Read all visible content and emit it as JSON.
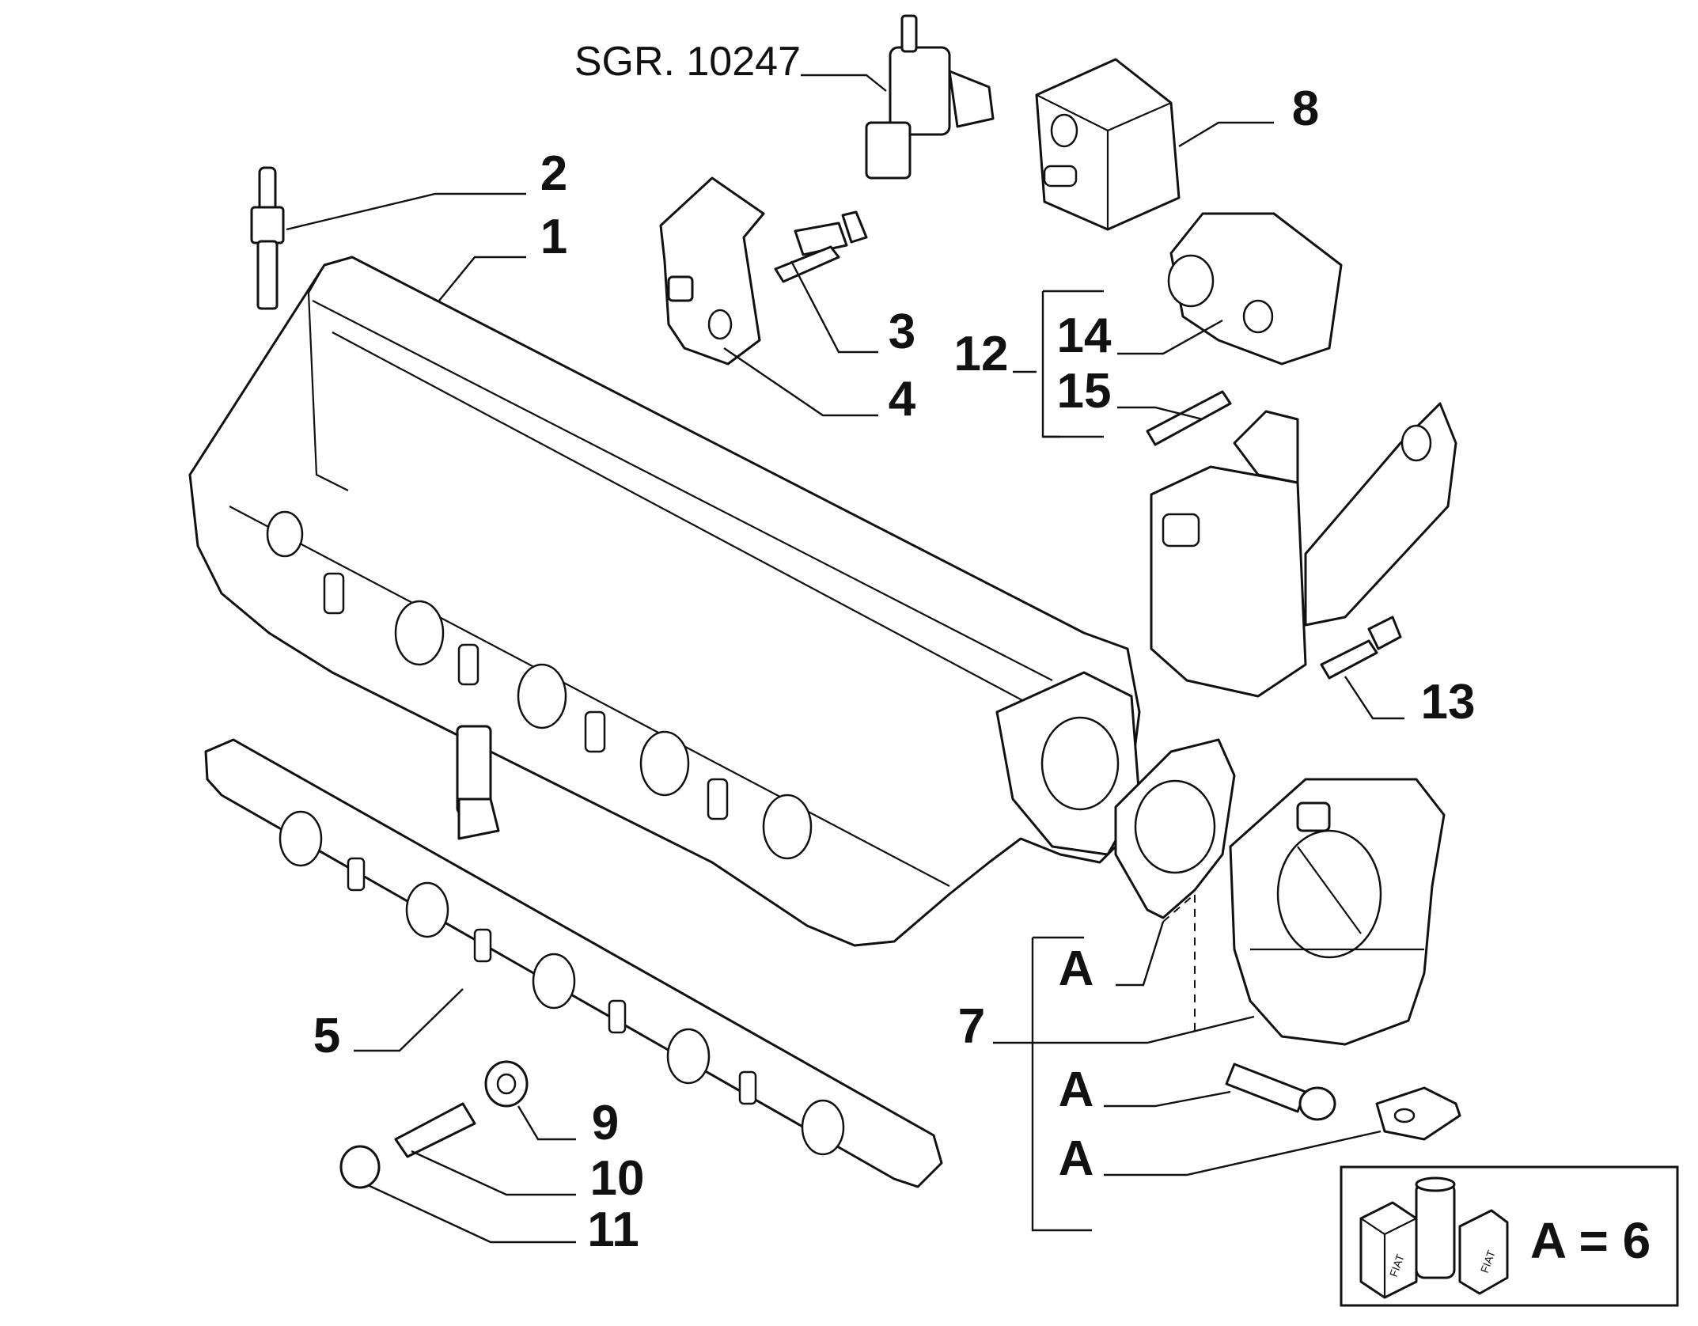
{
  "reference": "SGR. 10247",
  "callouts": {
    "c1": "1",
    "c2": "2",
    "c3": "3",
    "c4": "4",
    "c5": "5",
    "c7": "7",
    "c8": "8",
    "c9": "9",
    "c10": "10",
    "c11": "11",
    "c12": "12",
    "c13": "13",
    "c14": "14",
    "c15": "15"
  },
  "group_a_labels": [
    "A",
    "A",
    "A"
  ],
  "legend": {
    "text": "A = 6",
    "box_text_1": "FIAT",
    "box_text_2": "FIAT"
  }
}
